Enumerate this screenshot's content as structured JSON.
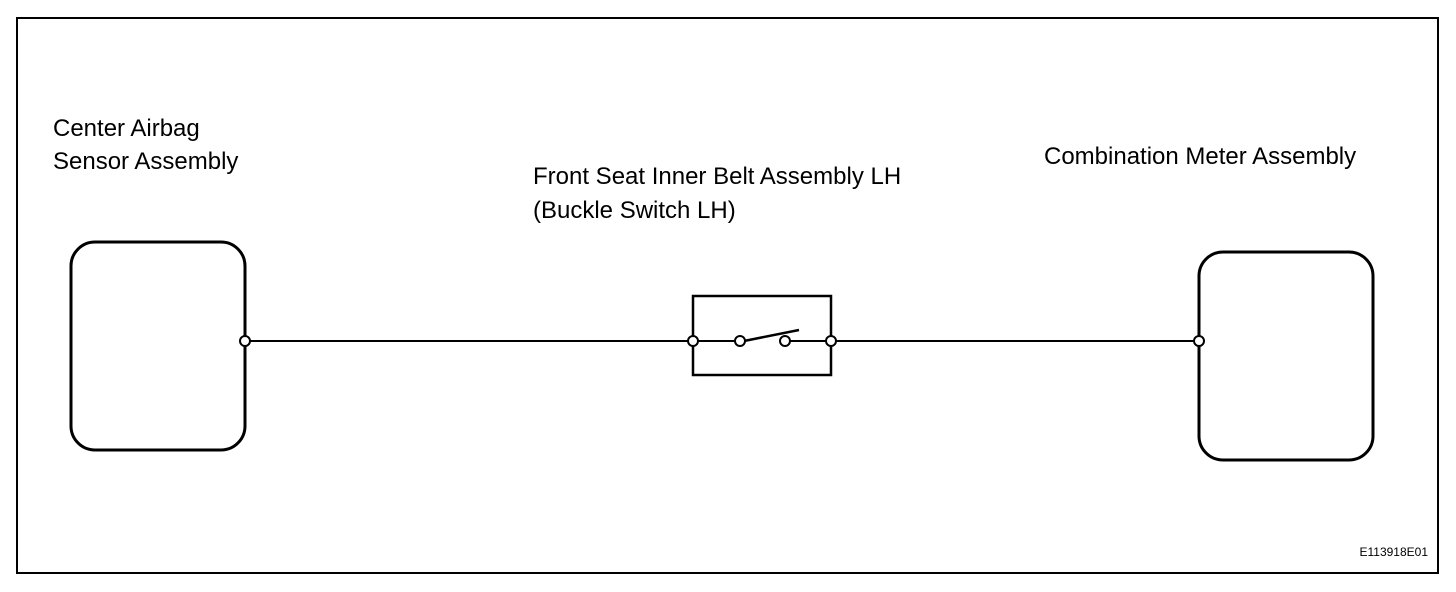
{
  "components": {
    "center_airbag": {
      "label_lines": [
        "Center Airbag",
        "Sensor Assembly"
      ]
    },
    "buckle_switch": {
      "label_lines": [
        "Front Seat Inner Belt Assembly LH",
        "(Buckle Switch LH)"
      ]
    },
    "combination_meter": {
      "label_lines": [
        "Combination Meter Assembly"
      ]
    }
  },
  "figure_code": "E113918E01",
  "colors": {
    "line": "#000000",
    "background": "#ffffff"
  }
}
